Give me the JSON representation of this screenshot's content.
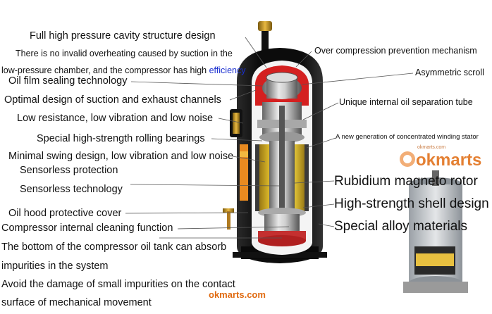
{
  "title": "Full high pressure cavity structure design",
  "left_labels": {
    "overheat_1": "There is no invalid overheating caused by suction in the",
    "overheat_2a": "low-pressure chamber, and the compressor has high ",
    "overheat_2b": "efficiency",
    "oil_film": "Oil film sealing technology",
    "suction": "Optimal design of suction and exhaust channels",
    "low_resistance": "Low resistance, low vibration and low noise",
    "bearings": "Special high-strength rolling bearings",
    "swing": "Minimal swing design, low vibration and low noise",
    "sensorless_protection": "Sensorless protection",
    "sensorless_tech": "Sensorless technology",
    "oil_hood": "Oil hood protective cover",
    "cleaning": "Compressor internal cleaning function",
    "oil_tank_1": "The bottom of the compressor oil tank can absorb",
    "oil_tank_2": "impurities in the system",
    "avoid_1": "Avoid the damage of small impurities on the contact",
    "avoid_2": "surface of mechanical movement"
  },
  "right_labels": {
    "over_compression": "Over compression prevention mechanism",
    "scroll": "Asymmetric scroll",
    "oil_tube": "Unique internal oil separation tube",
    "stator": "A new generation of concentrated winding stator",
    "rotor": "Rubidium magneto rotor",
    "shell": "High-strength shell design",
    "alloy": "Special alloy materials"
  },
  "brand": {
    "watermark": "okmarts",
    "watermark_small": "okmarts.com",
    "footer": "okmarts.com"
  },
  "colors": {
    "shell": "#141414",
    "red_chamber": "#d42020",
    "stator_yellow": "#e8c020",
    "brand_orange": "#e06a10",
    "blue_text": "#1a2fd0"
  }
}
